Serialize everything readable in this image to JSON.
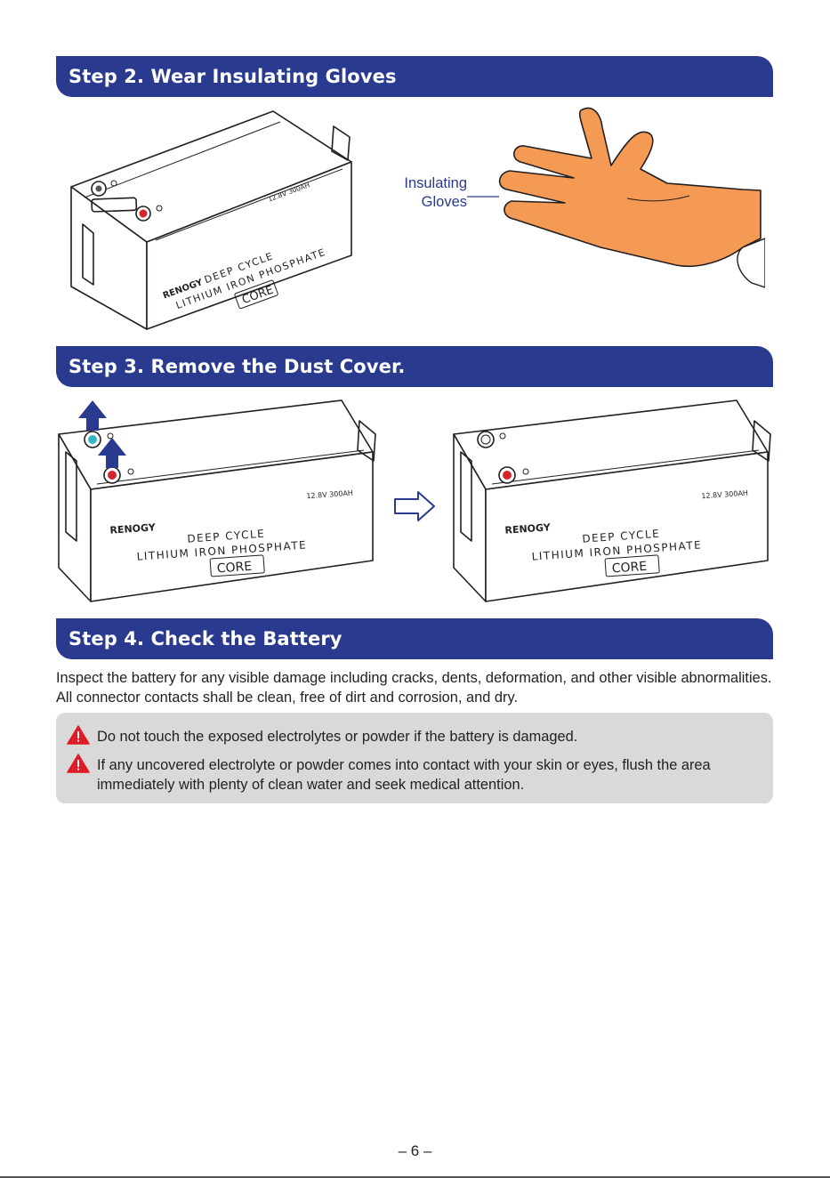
{
  "step2": {
    "title": "Step 2. Wear Insulating Gloves"
  },
  "glove_label": {
    "line1": "Insulating",
    "line2": "Gloves"
  },
  "battery_labels": {
    "spec": "12.8V 300AH",
    "brand": "RENOGY",
    "line1": "DEEP CYCLE",
    "line2": "LITHIUM IRON PHOSPHATE",
    "model": "CORE"
  },
  "step3": {
    "title": "Step 3. Remove the Dust Cover."
  },
  "step4": {
    "title": "Step 4. Check the Battery",
    "body": "Inspect the battery for any visible damage including cracks, dents, deformation, and other visible abnormalities. All connector contacts shall be clean, free of dirt and corrosion, and dry."
  },
  "warnings": [
    "Do not touch the exposed electrolytes or powder if the battery is damaged.",
    "If any uncovered electrolyte or powder comes into contact with your skin or eyes, flush the area immediately with plenty of clean water and seek medical attention."
  ],
  "colors": {
    "banner": "#2a3b8f",
    "glove": "#f59a55",
    "warning": "#e01b24"
  },
  "page_number": "– 6 –"
}
